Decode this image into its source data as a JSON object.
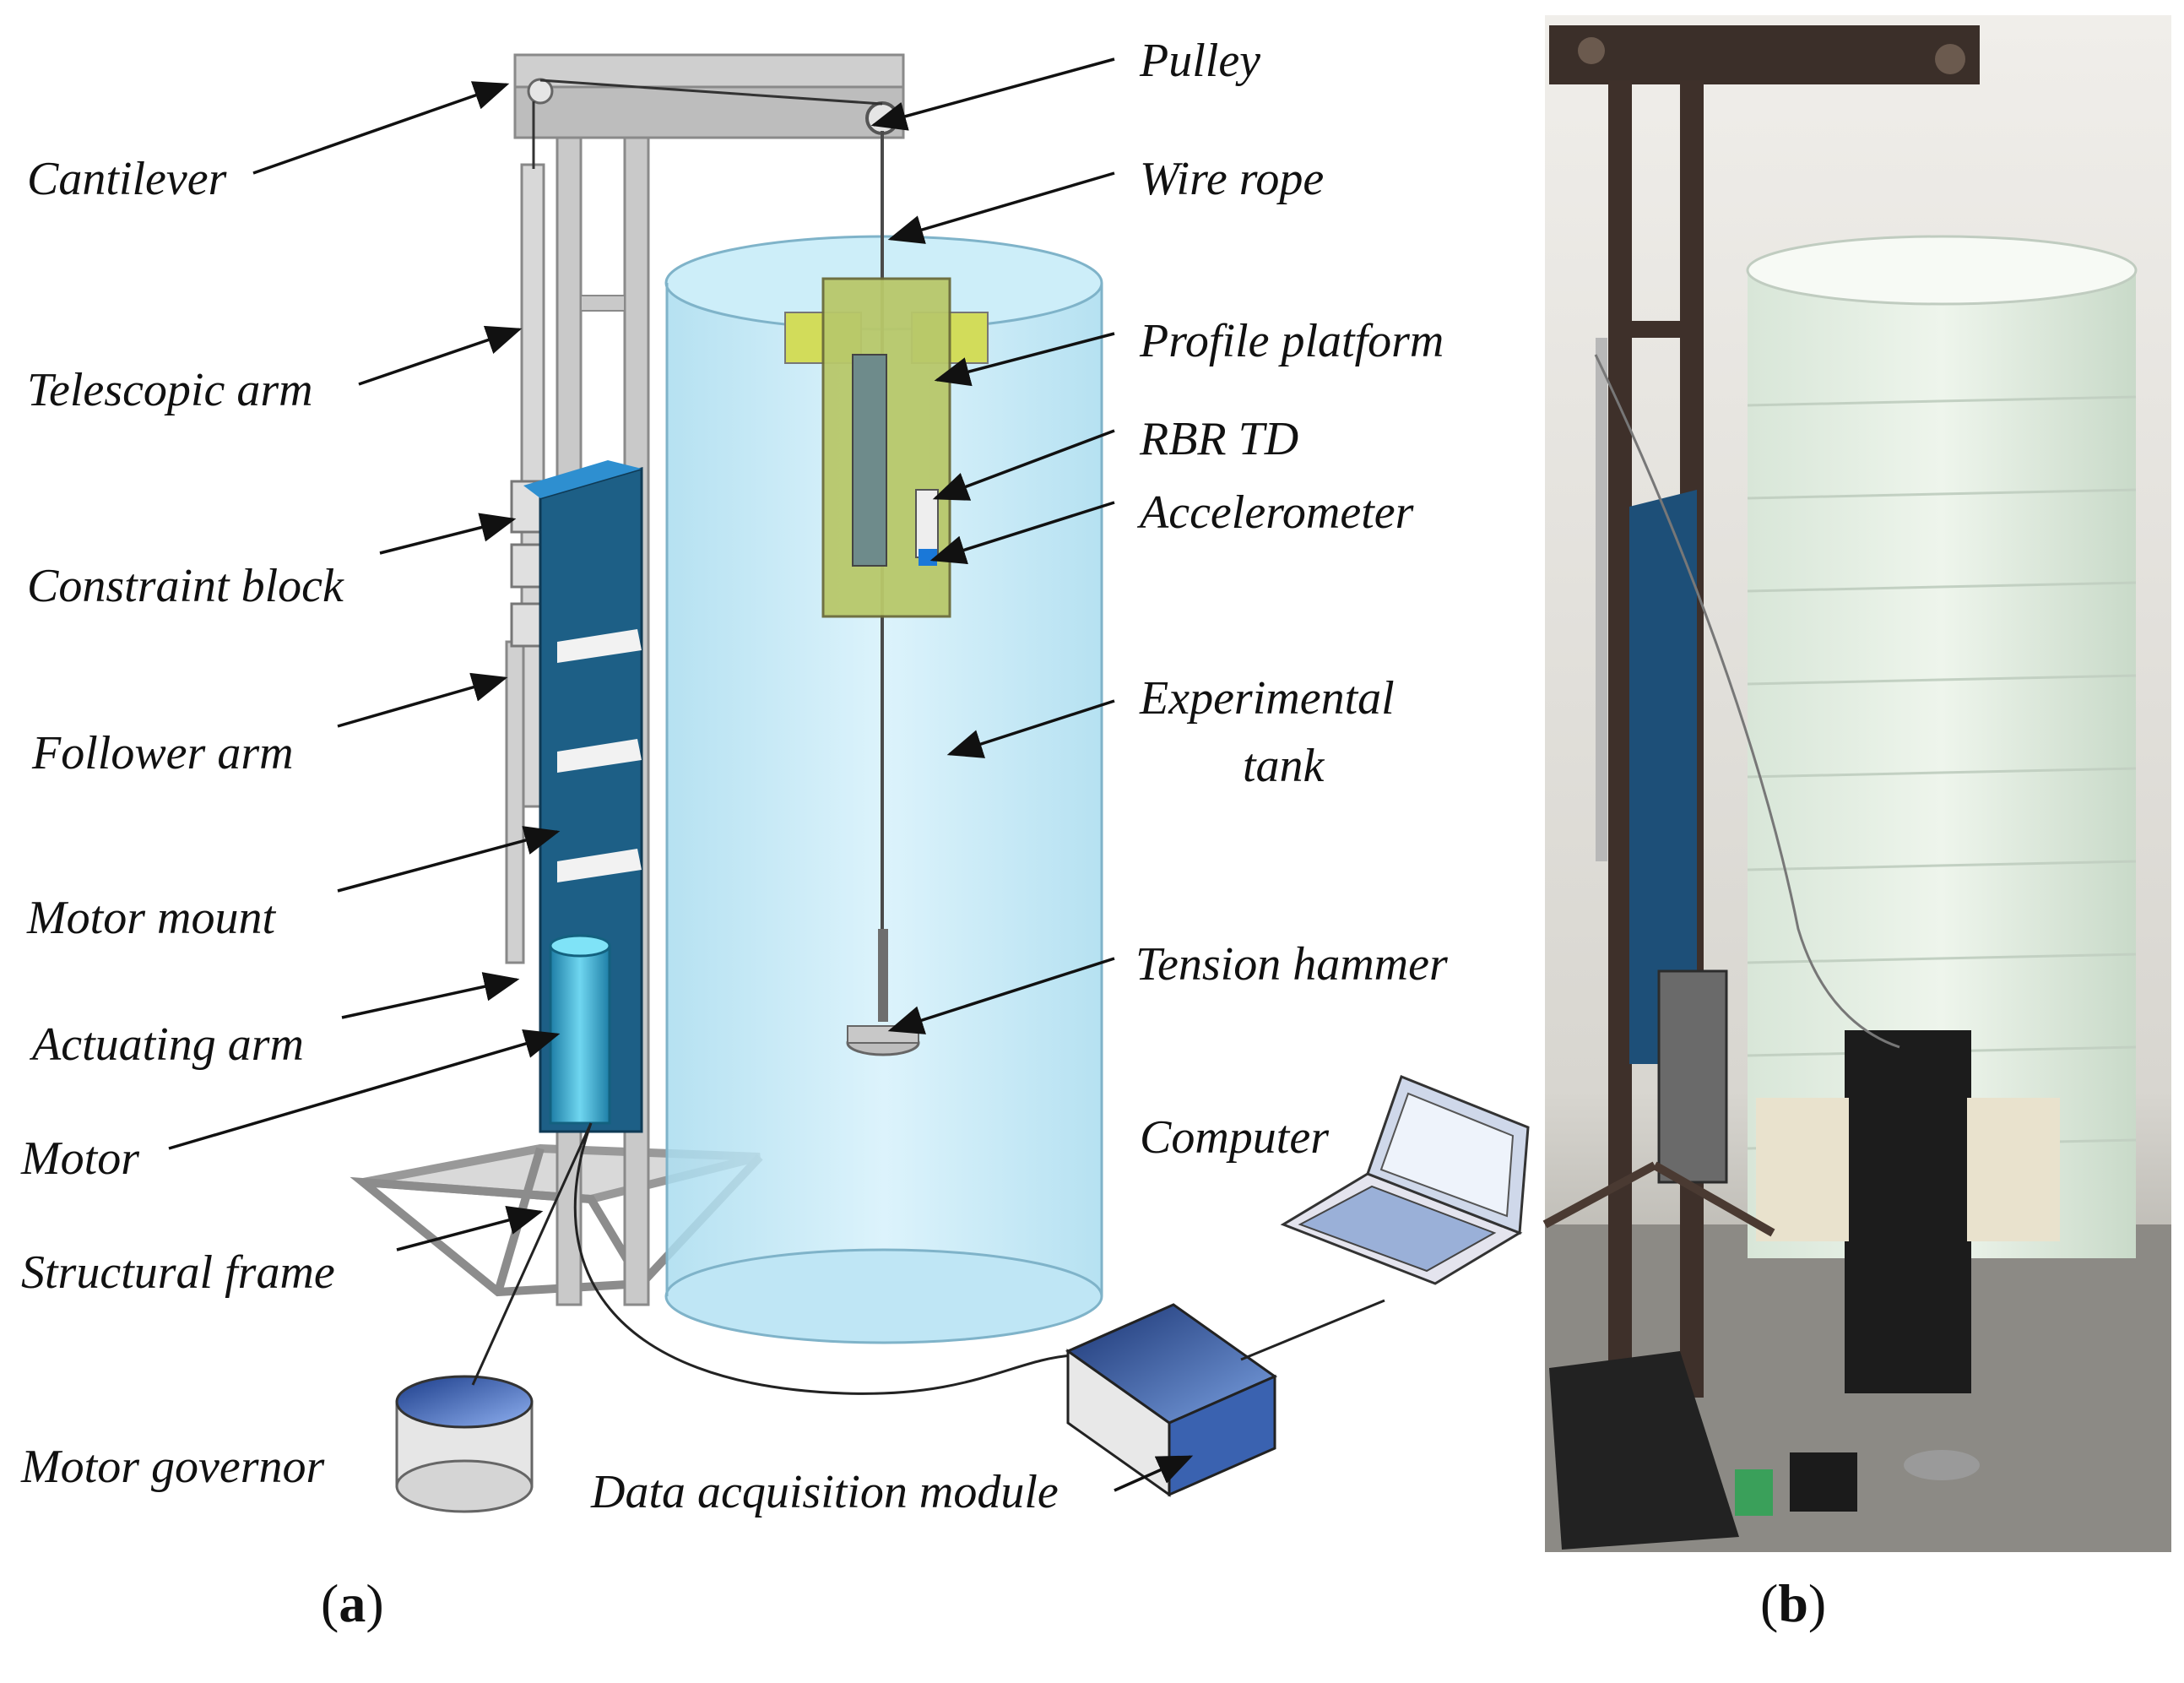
{
  "labels": {
    "cantilever": "Cantilever",
    "telescopic_arm": "Telescopic arm",
    "constraint_block": "Constraint block",
    "follower_arm": "Follower arm",
    "motor_mount": "Motor mount",
    "actuating_arm": "Actuating arm",
    "motor": "Motor",
    "structural_frame": "Structural frame",
    "motor_governor": "Motor governor",
    "pulley": "Pulley",
    "wire_rope": "Wire rope",
    "profile_platform": "Profile platform",
    "rbr_td": "RBR TD",
    "accelerometer": "Accelerometer",
    "experimental_tank_1": "Experimental",
    "experimental_tank_2": "tank",
    "tension_hammer": "Tension hammer",
    "computer": "Computer",
    "data_acquisition_module": "Data acquisition module"
  },
  "panels": {
    "a_open": "(",
    "a_letter": "a",
    "a_close": ")",
    "b_open": "(",
    "b_letter": "b",
    "b_close": ")"
  },
  "colors": {
    "tank": "#bfe6f5",
    "tank_edge": "#7fb3c9",
    "frame": "#c9c9c9",
    "motor_mount": "#1d5f86",
    "platform": "#c8d86a",
    "motor": "#3fb6d8",
    "governor_top": "#3b67c9",
    "daq": "#2b4a8a",
    "photo_bg": "#5c5a55"
  }
}
